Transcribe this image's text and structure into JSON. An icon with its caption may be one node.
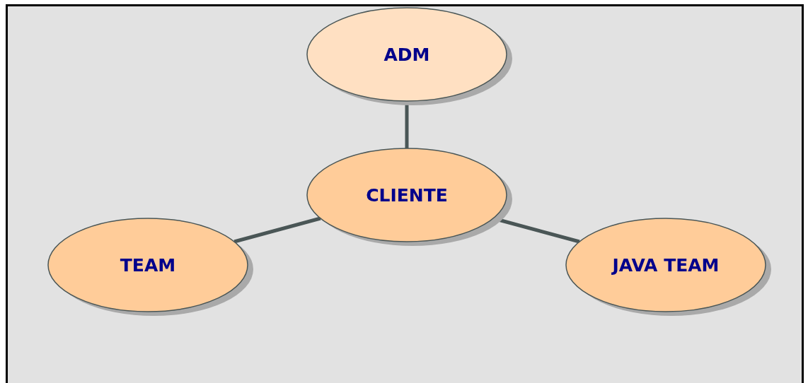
{
  "diagram": {
    "nodes": [
      {
        "text": [
          "ADM"
        ]
      },
      {
        "text": [
          "CLIENTE"
        ]
      },
      {
        "text": [
          "TEAM"
        ]
      },
      {
        "text": [
          "JAVA TEAM"
        ]
      }
    ],
    "edges": [
      {
        "from": 1,
        "to": 0,
        "arrow": "none"
      },
      {
        "from": 1,
        "to": 2,
        "arrow": "none"
      },
      {
        "from": 1,
        "to": 3,
        "arrow": "none"
      }
    ]
  }
}
